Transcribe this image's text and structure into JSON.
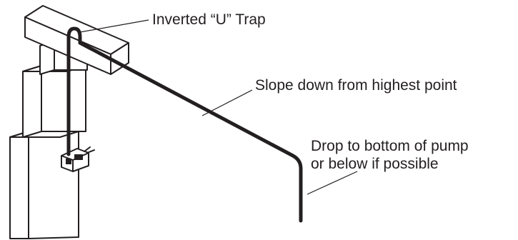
{
  "labels": {
    "trap": "Inverted “U” Trap",
    "slope": "Slope down from highest point",
    "drop_line1": "Drop to bottom of pump",
    "drop_line2": "or below if possible"
  }
}
